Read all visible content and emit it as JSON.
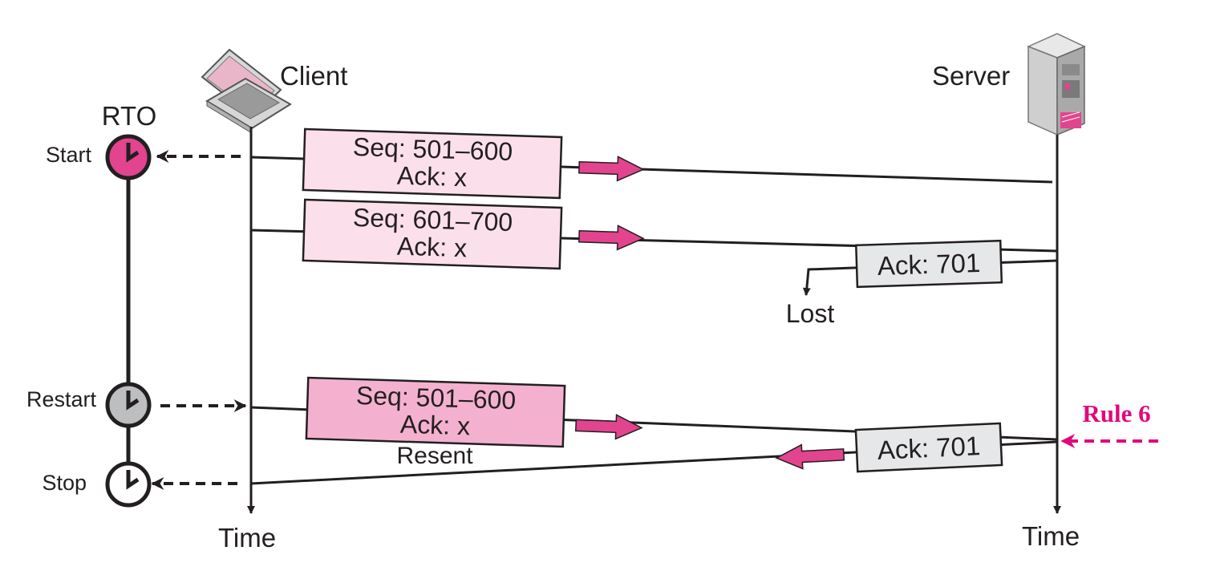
{
  "client": {
    "label": "Client",
    "time_label": "Time"
  },
  "server": {
    "label": "Server",
    "time_label": "Time"
  },
  "rto": {
    "label": "RTO",
    "start_label": "Start",
    "restart_label": "Restart",
    "stop_label": "Stop"
  },
  "segments": [
    {
      "seq": "Seq: 501–600",
      "ack": "Ack: x"
    },
    {
      "seq": "Seq: 601–700",
      "ack": "Ack: x"
    },
    {
      "seq": "Seq: 501–600",
      "ack": "Ack: x",
      "note": "Resent"
    }
  ],
  "acks": [
    {
      "label": "Ack: 701",
      "note": "Lost"
    },
    {
      "label": "Ack: 701"
    }
  ],
  "rule_label": "Rule 6",
  "colors": {
    "accent": "#e2448f",
    "segment_fill_light": "#fbe0ec",
    "segment_fill_resent": "#f4b1cf",
    "ack_fill": "#e6e7e8",
    "rule_text": "#e0097d",
    "line": "#231f20"
  }
}
